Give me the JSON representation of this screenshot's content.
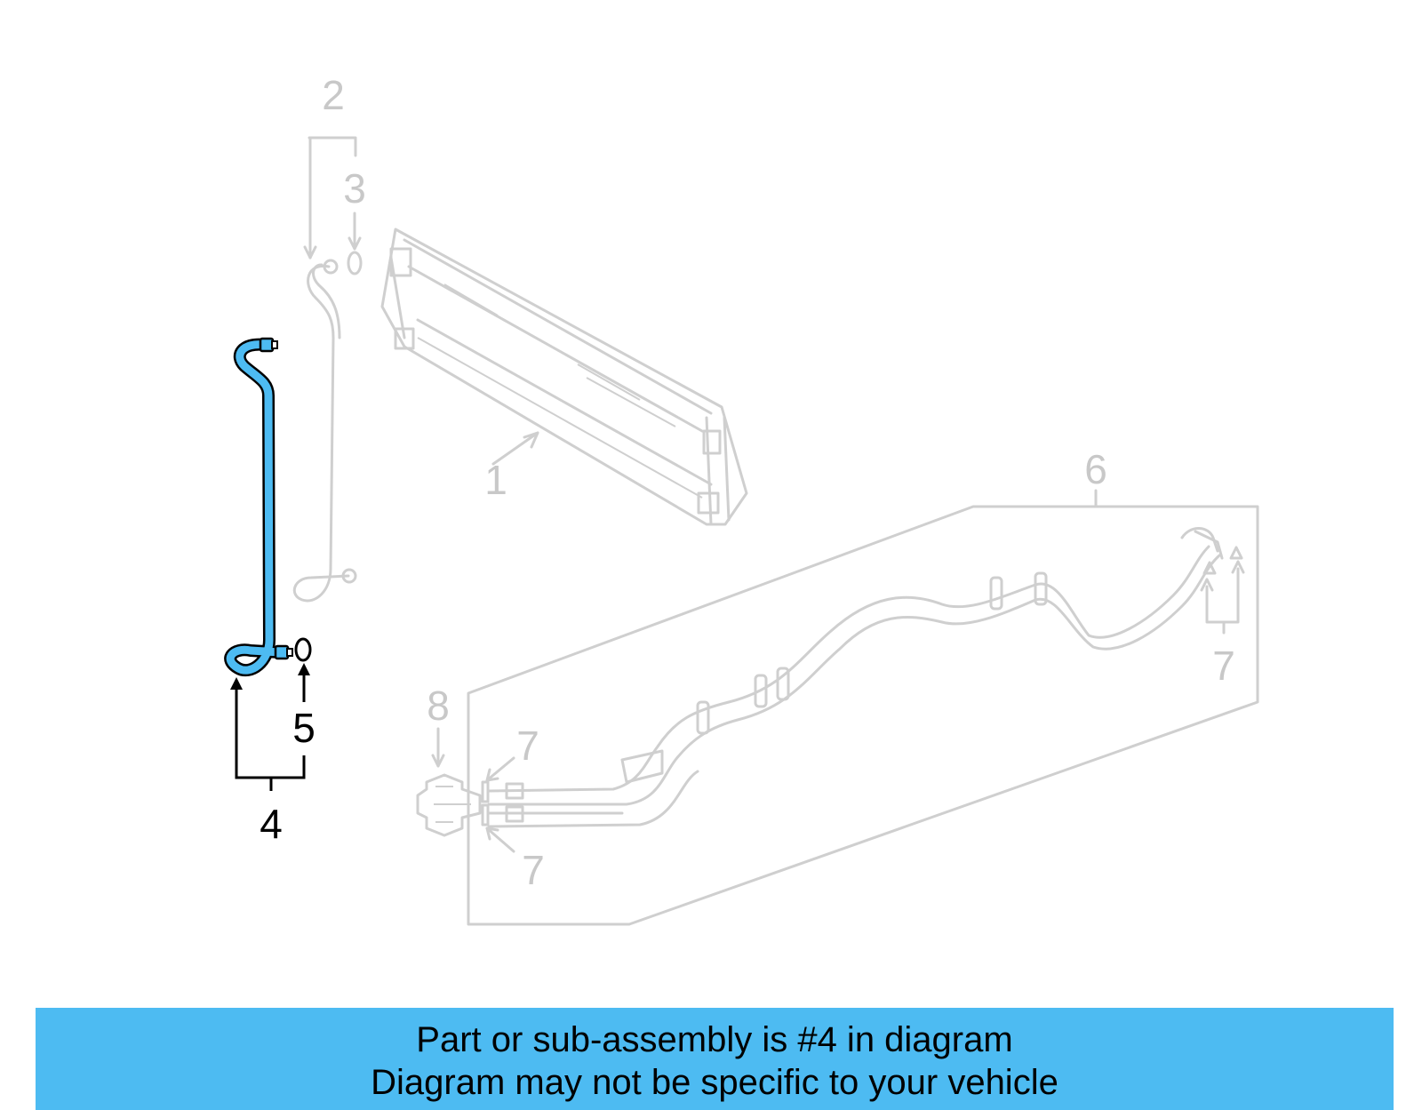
{
  "diagram": {
    "callouts": {
      "c1": "1",
      "c2": "2",
      "c3": "3",
      "c4": "4",
      "c5": "5",
      "c6": "6",
      "c7": "7",
      "c8": "8"
    },
    "highlighted_part": "4",
    "colors": {
      "highlight": "#4dbbf2",
      "inactive": "#cfcfcf",
      "active_callout": "#000000"
    }
  },
  "banner": {
    "line1": "Part or sub-assembly is #4 in diagram",
    "line2": "Diagram may not be specific to your vehicle"
  }
}
